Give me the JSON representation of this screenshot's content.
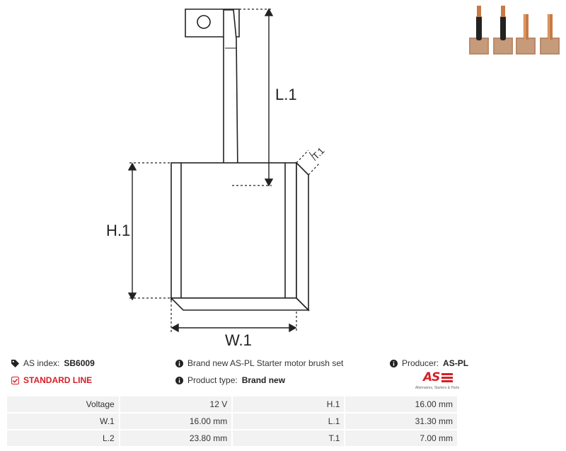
{
  "drawing": {
    "labels": {
      "l1": "L.1",
      "h1": "H.1",
      "w1": "W.1",
      "t1": "T.1"
    }
  },
  "info": {
    "as_index_label": "AS index:",
    "as_index_value": "SB6009",
    "standard_line": "STANDARD LINE",
    "description": "Brand new AS-PL Starter motor brush set",
    "product_type_label": "Product type:",
    "product_type_value": "Brand new",
    "producer_label": "Producer:",
    "producer_value": "AS-PL",
    "logo_text": "AS",
    "logo_tagline": "Alternators, Starters & Parts"
  },
  "specs": [
    {
      "label1": "Voltage",
      "value1": "12 V",
      "label2": "H.1",
      "value2": "16.00 mm"
    },
    {
      "label1": "W.1",
      "value1": "16.00 mm",
      "label2": "L.1",
      "value2": "31.30 mm"
    },
    {
      "label1": "L.2",
      "value1": "23.80 mm",
      "label2": "T.1",
      "value2": "7.00 mm"
    }
  ],
  "colors": {
    "accent": "#d61f26",
    "table_bg": "#f2f2f2",
    "copper": "#c77a45",
    "carbon": "#b88a6a"
  },
  "icons": [
    "tag-icon",
    "check-square-icon",
    "info-icon"
  ]
}
